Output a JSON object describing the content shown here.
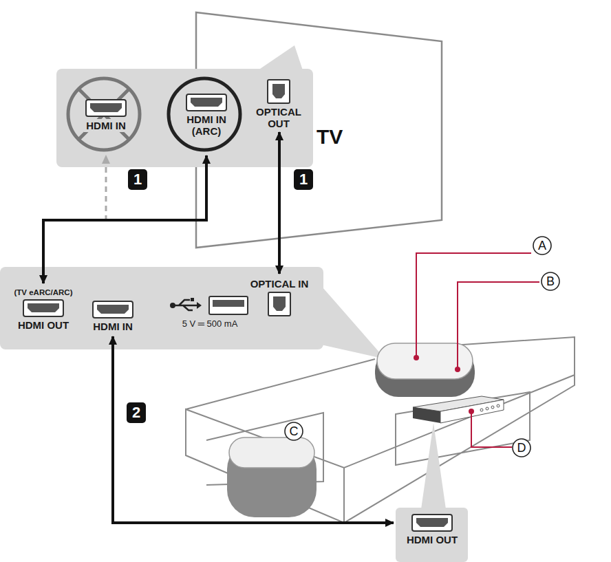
{
  "diagram": {
    "nodes": [
      {
        "text": [
          "HDMI IN"
        ]
      },
      {
        "text": [
          "HDMI IN (ARC)"
        ]
      },
      {
        "text": [
          "OPTICAL OUT"
        ]
      },
      {
        "text": [
          "(TV eARC/ARC)",
          "HDMI OUT"
        ]
      },
      {
        "text": [
          "HDMI IN"
        ]
      },
      {
        "text": [
          "5 V ═ 500 mA"
        ]
      },
      {
        "text": [
          "OPTICAL IN"
        ]
      },
      {
        "text": [
          "HDMI OUT"
        ]
      }
    ],
    "edges": [
      {
        "from": 3,
        "to": 0,
        "arrow": "to"
      },
      {
        "from": 1,
        "to": 3,
        "arrow": "both"
      },
      {
        "from": 2,
        "to": 6,
        "arrow": "both"
      },
      {
        "from": 7,
        "to": 4,
        "arrow": "both"
      }
    ],
    "labels": [
      "TV",
      "1",
      "1",
      "2",
      "A",
      "B",
      "C",
      "D"
    ]
  }
}
